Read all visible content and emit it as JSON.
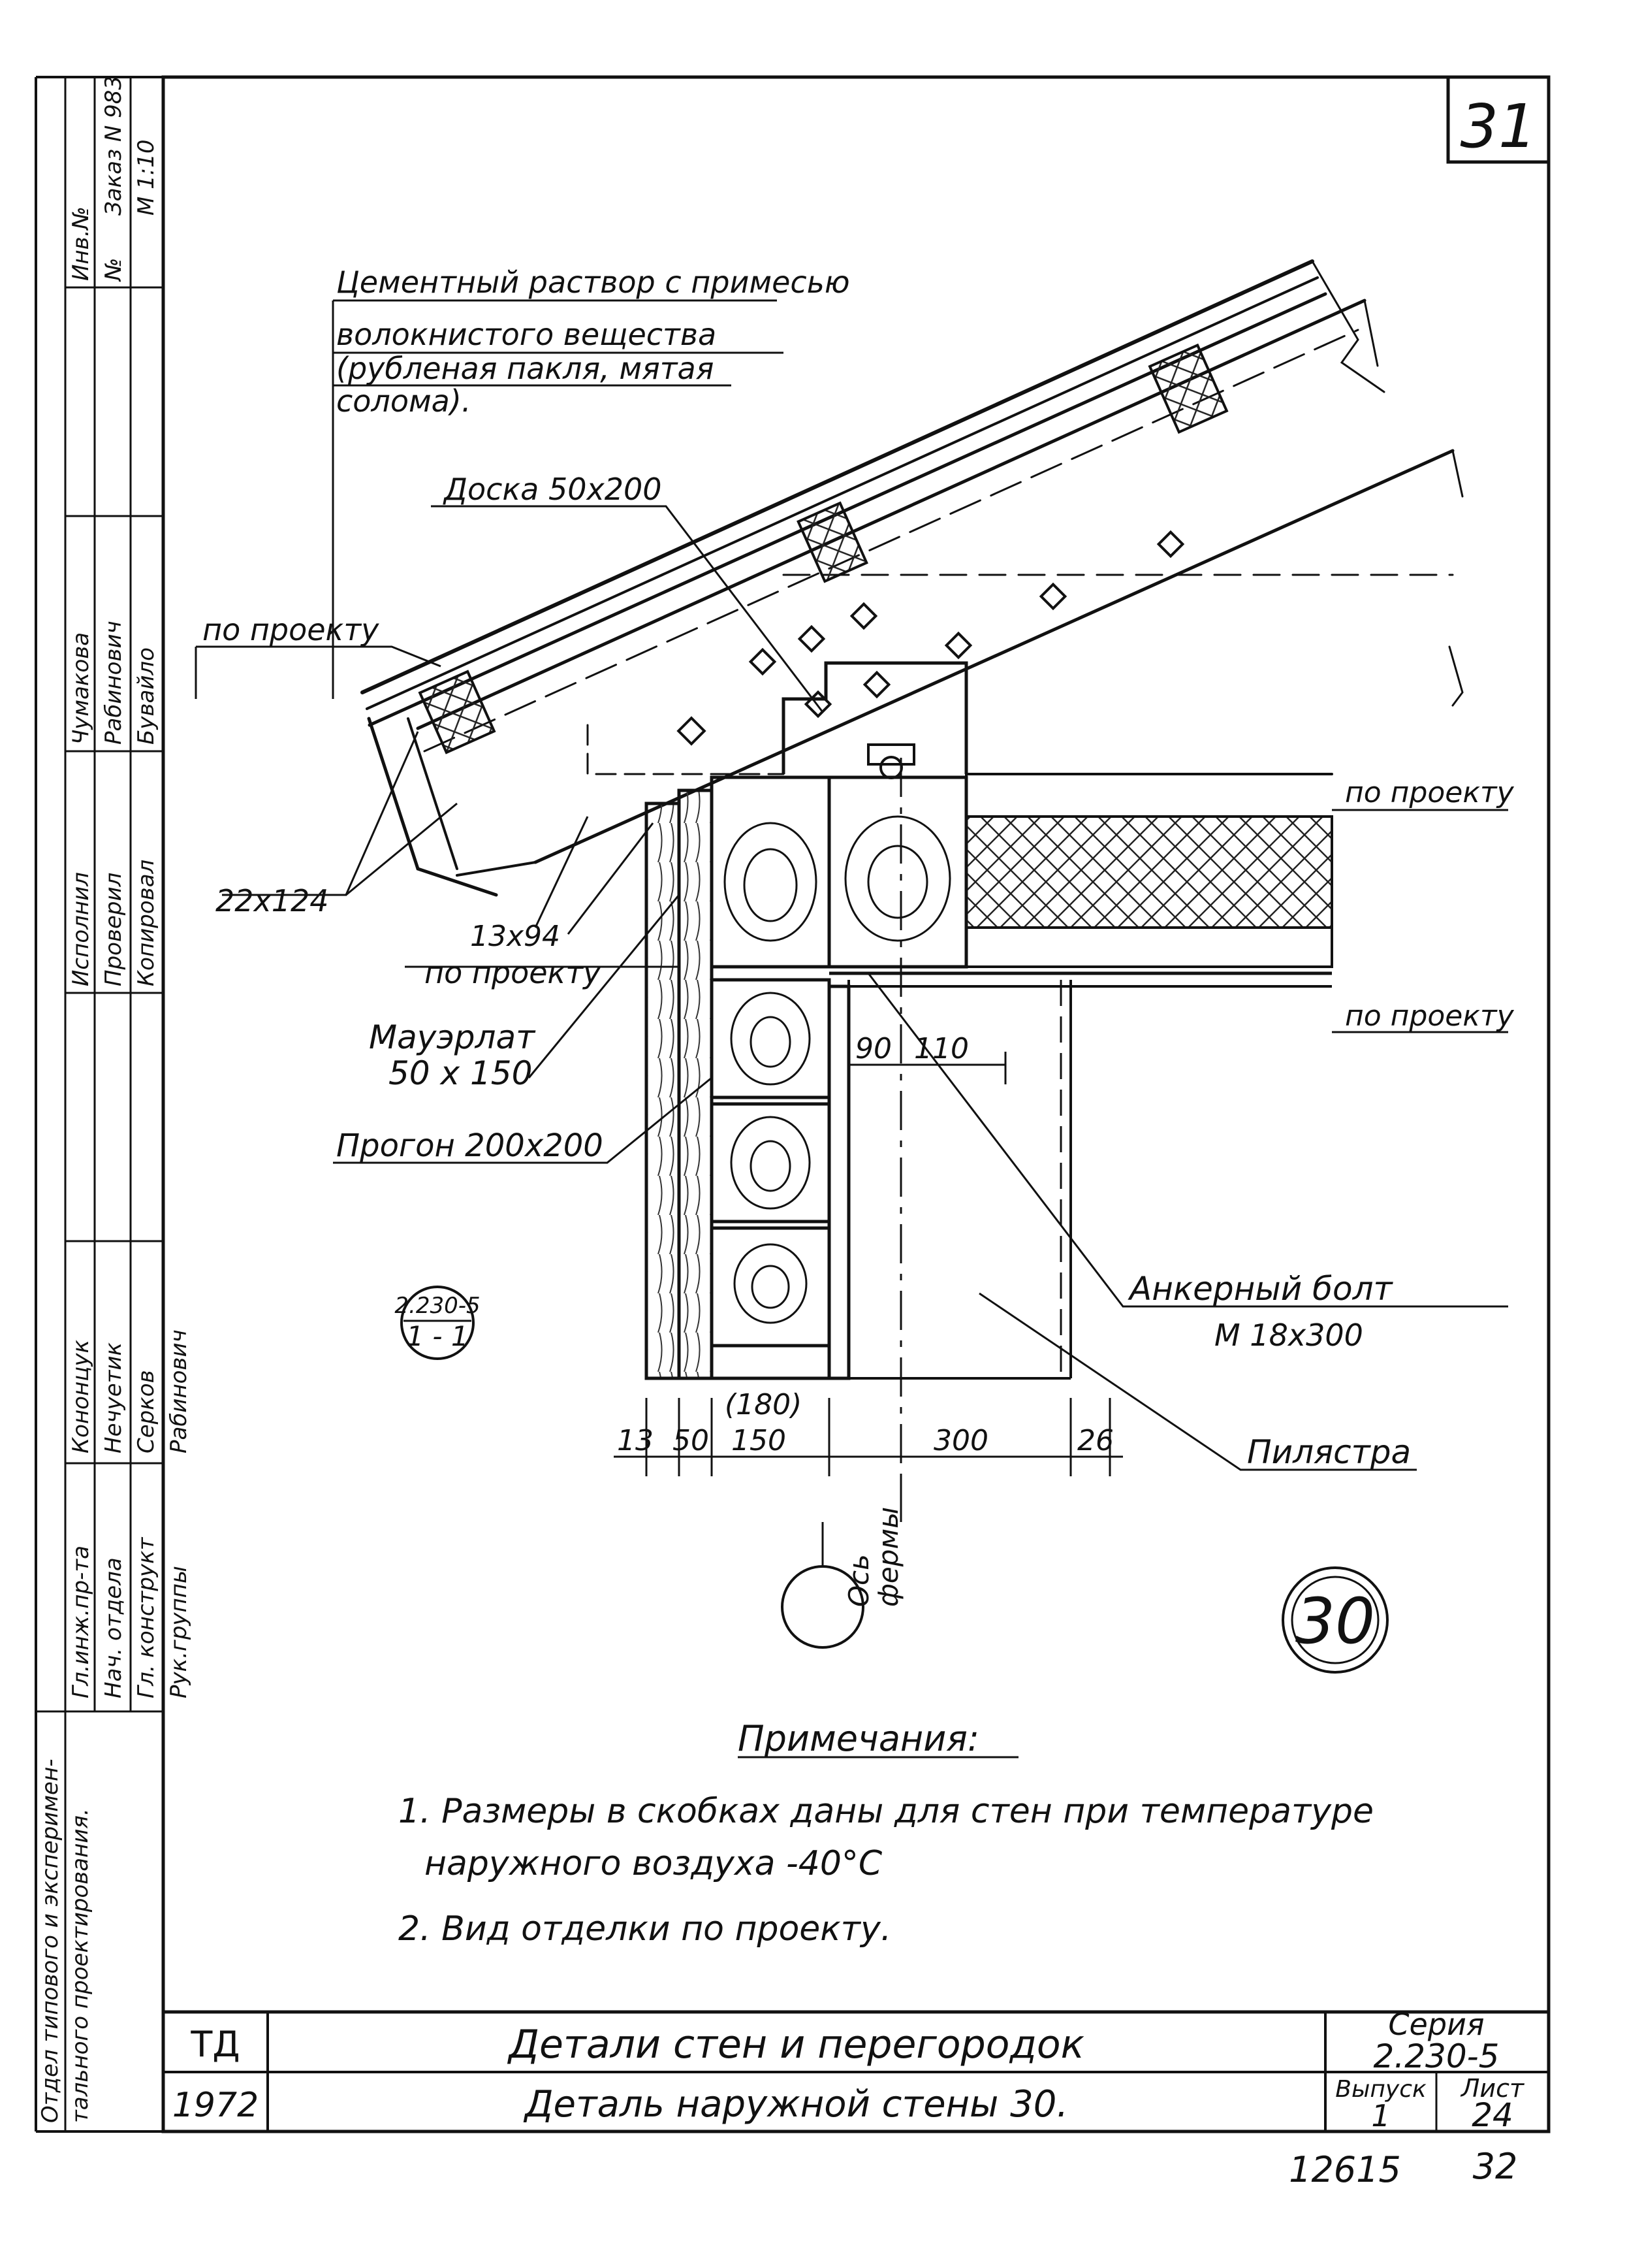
{
  "sheet_number": "31",
  "detail_label": "30",
  "reference_mark": {
    "line1": "2.230-5",
    "line2": "1 - 1"
  },
  "callouts": {
    "mortar_1": "Цементный раствор с примесью",
    "mortar_2": "волокнистого вещества",
    "mortar_3": "(рубленая пакля, мятая",
    "mortar_4": "солома).",
    "board": "Доска 50x200",
    "per_project_left": "по проекту",
    "per_project_right_top": "по проекту",
    "per_project_right_bottom": "по проекту",
    "per_project_mid": "по проекту",
    "size_22x124": "22x124",
    "size_13x94": "13x94",
    "mauerlat_1": "Мауэрлат",
    "mauerlat_2": "50 x 150",
    "purlin": "Прогон 200x200",
    "anchor_1": "Анкерный болт",
    "anchor_2": "М 18x300",
    "pilaster": "Пилястра",
    "axis_1": "Ось",
    "axis_2": "фермы"
  },
  "dimensions": {
    "d90": "90",
    "d110": "110",
    "d13": "13",
    "d50": "50",
    "d180": "(180)",
    "d150": "150",
    "d300": "300",
    "d26": "26"
  },
  "notes": {
    "heading": "Примечания:",
    "note1_line1": "1. Размеры в скобках даны для стен при температуре",
    "note1_line2": "наружного воздуха -40°С",
    "note2": "2. Вид отделки по проекту."
  },
  "title_block": {
    "org_code": "ТД",
    "year": "1972",
    "title": "Детали стен и перегородок",
    "subtitle": "Деталь наружной стены  30.",
    "series_label": "Серия",
    "series_value": "2.230-5",
    "issue_label": "Выпуск",
    "issue_value": "1",
    "sheet_label": "Лист",
    "sheet_value": "24",
    "bottom_number": "12615",
    "bottom_page": "32"
  },
  "side_stamp": {
    "col1_top": "Отдел типового и эксперимен-",
    "col2_top": "тального проектирования.",
    "col1_rows": [
      "Гл.инж.пр-та",
      "Нач. отдела",
      "Гл. конструкт",
      "Рук.группы"
    ],
    "col2_rows": [
      "Кононцук",
      "Нечуетик",
      "Серков",
      "Рабинович"
    ],
    "col3_rows": [
      "Исполнил",
      "Проверил",
      "Копировал"
    ],
    "col4_rows": [
      "Чумакова",
      "Рабинович",
      "Бувайло"
    ],
    "col5_rows": [
      "Инв.№",
      "№",
      "Заказ N 983",
      "М 1:10"
    ]
  }
}
